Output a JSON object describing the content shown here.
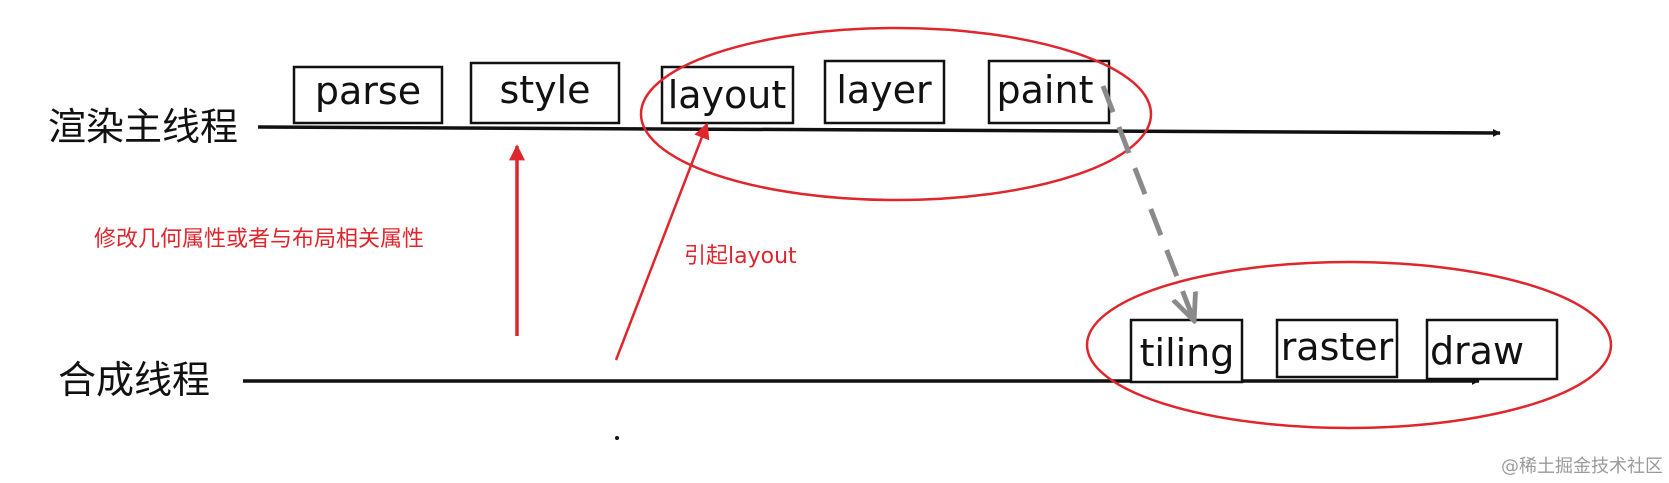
{
  "threads": {
    "main_label": "渲染主线程",
    "compositor_label": "合成线程"
  },
  "main_stages": [
    "parse",
    "style",
    "layout",
    "layer",
    "paint"
  ],
  "compositor_stages": [
    "tiling",
    "raster",
    "draw"
  ],
  "annotations": {
    "geometry_change": "修改几何属性或者与布局相关属性",
    "causes_layout": "引起layout"
  },
  "watermark": "@稀土掘金技术社区",
  "colors": {
    "line": "#111111",
    "highlight": "#e0262d",
    "dashed_arrow": "#8a8a8a",
    "watermark": "#9a9a9a"
  }
}
